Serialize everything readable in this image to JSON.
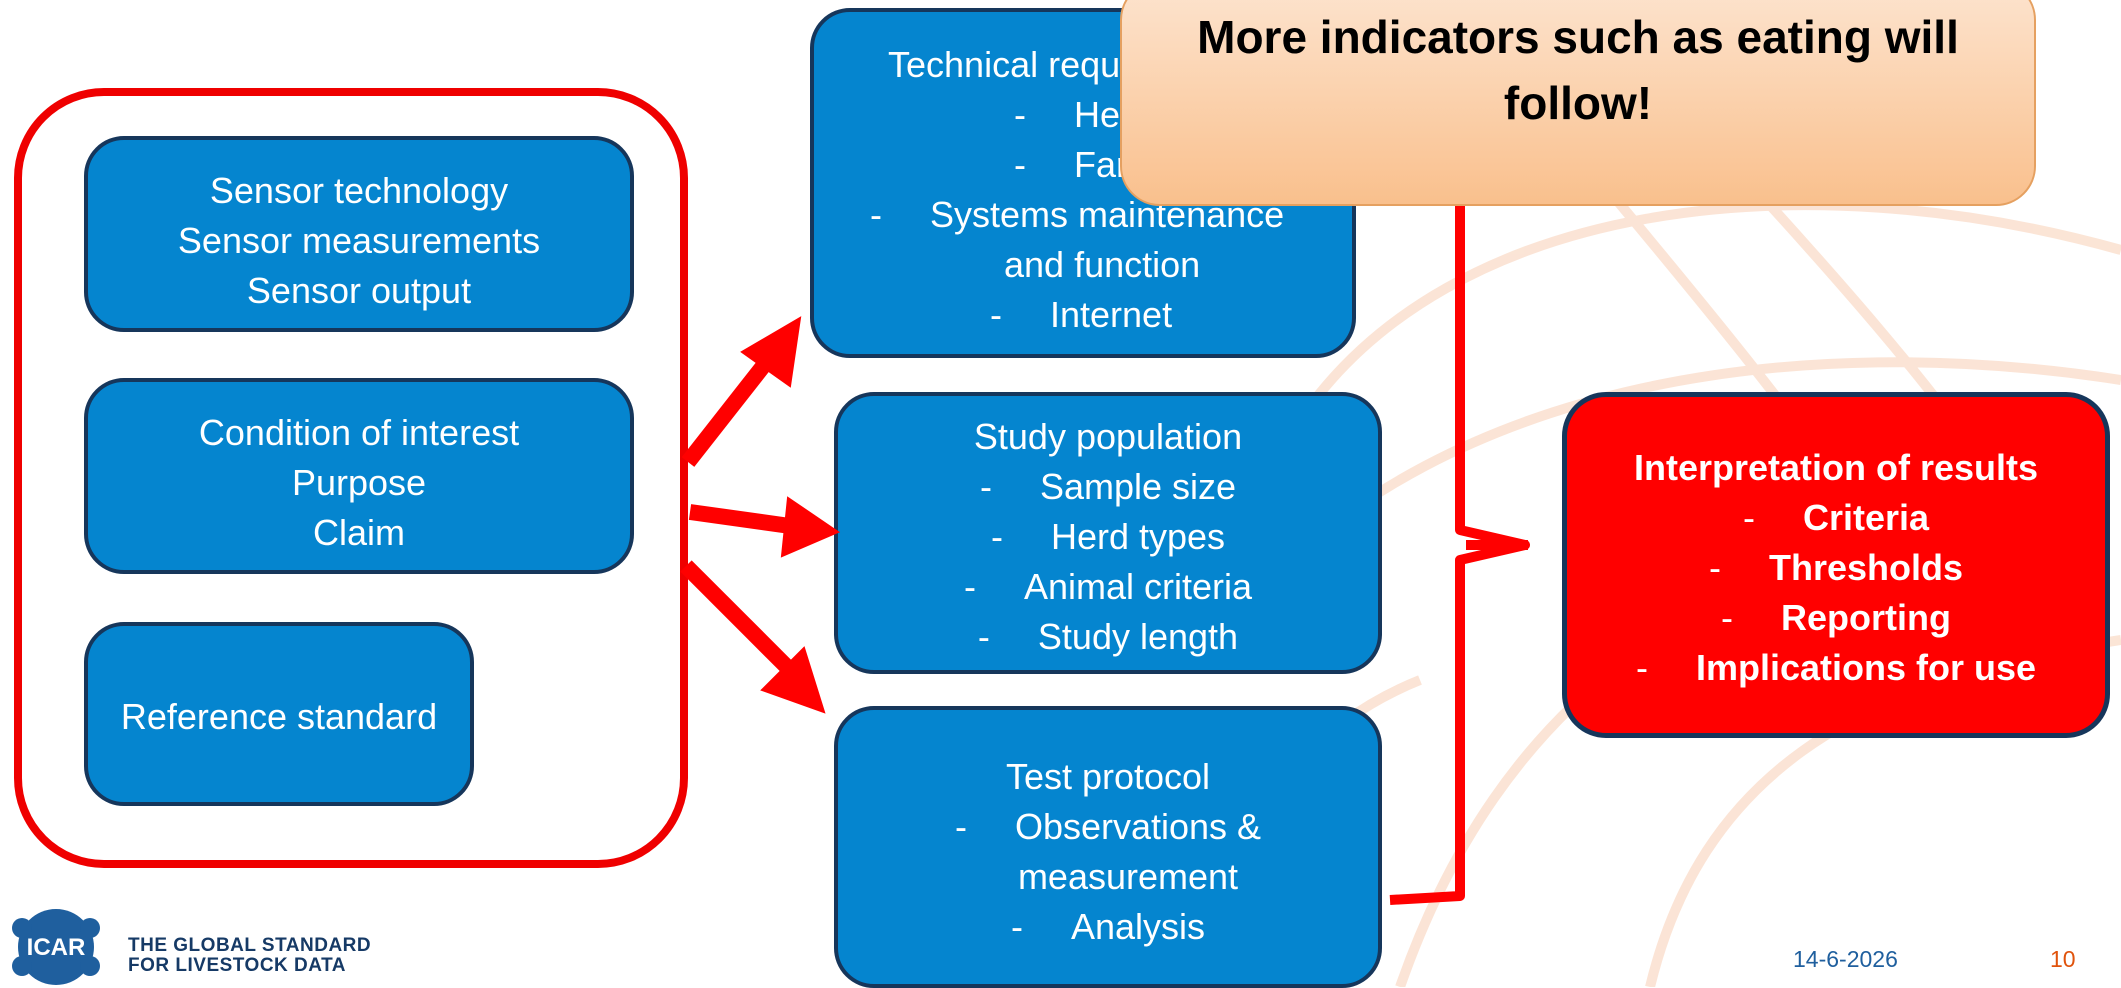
{
  "left_group": {
    "sensor_box": [
      "Sensor technology",
      "Sensor measurements",
      "Sensor output"
    ],
    "condition_box": [
      "Condition of interest",
      "Purpose",
      "Claim"
    ],
    "reference_box": "Reference standard"
  },
  "technical_box": {
    "title": "Technical requ",
    "items": [
      "He",
      "Far",
      "Systems maintenance",
      "and function",
      "Internet"
    ]
  },
  "study_box": {
    "title": "Study population",
    "items": [
      "Sample size",
      "Herd types",
      "Animal criteria",
      "Study length"
    ]
  },
  "protocol_box": {
    "title": "Test protocol",
    "items": [
      "Observations &",
      "measurement",
      "Analysis"
    ]
  },
  "result_box": {
    "title": "Interpretation of results",
    "items": [
      "Criteria",
      "Thresholds",
      "Reporting",
      "Implications for use"
    ]
  },
  "callout": [
    "More indicators such as eating will",
    "follow!"
  ],
  "footer": {
    "logo_label": "ICAR",
    "tagline": [
      "THE GLOBAL STANDARD",
      "FOR LIVESTOCK DATA"
    ],
    "date": "14-6-2026",
    "page": "10"
  },
  "colors": {
    "box_fill": "#0585cf",
    "box_border": "#16365b",
    "accent_red": "#ff0000",
    "callout_fill": "#f9c08d"
  }
}
